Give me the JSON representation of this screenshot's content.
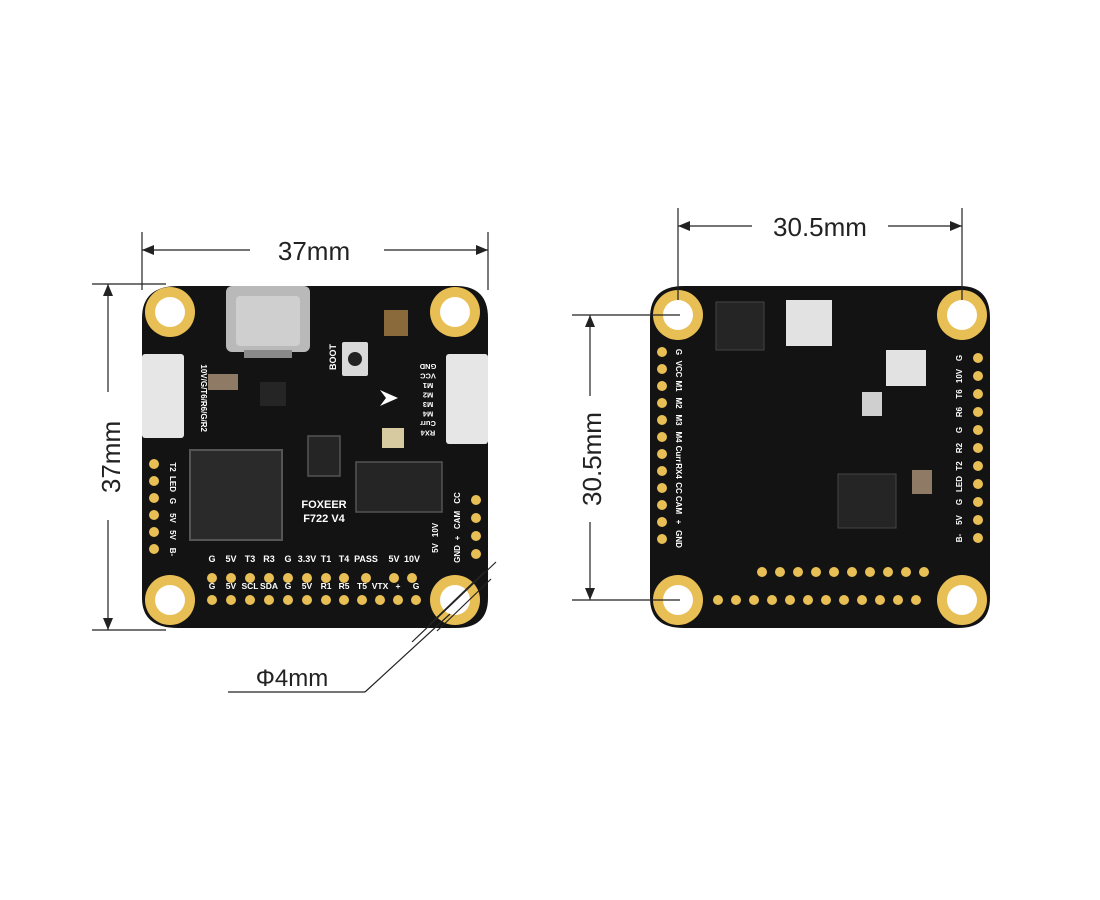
{
  "dimensions": {
    "front_width": "37mm",
    "front_height": "37mm",
    "back_width": "30.5mm",
    "back_height": "30.5mm",
    "hole_diameter": "Φ4mm"
  },
  "front_board": {
    "brand": "FOXEER",
    "model": "F722 V4",
    "boot_label": "BOOT",
    "left_side_vertical_label": "10V/G/T6/R6/G/R2",
    "right_labels": [
      "GND",
      "VCC",
      "M1",
      "M2",
      "M3",
      "M4",
      "Curr",
      "RX4"
    ],
    "left_pads": [
      "T2",
      "LED",
      "G",
      "5V",
      "5V",
      "B-"
    ],
    "right_small_labels": [
      "CC",
      "CAM",
      "+",
      "GND",
      "10V",
      "5V"
    ],
    "bottom_row1": [
      "G",
      "5V",
      "T3",
      "R3",
      "G",
      "3.3V",
      "T1",
      "T4",
      "PASS",
      "5V",
      "10V"
    ],
    "bottom_row2": [
      "G",
      "5V",
      "SCL",
      "SDA",
      "G",
      "5V",
      "R1",
      "R5",
      "T5",
      "VTX",
      "+",
      "G"
    ]
  },
  "back_board": {
    "left_labels": [
      "G",
      "VCC",
      "M1",
      "M2",
      "M3",
      "M4",
      "Curr",
      "RX4",
      "CC",
      "CAM",
      "+",
      "GND"
    ],
    "right_labels": [
      "G",
      "10V",
      "T6",
      "R6",
      "G",
      "R2",
      "T2",
      "LED",
      "G",
      "5V",
      "B-"
    ]
  },
  "colors": {
    "board": "#131313",
    "pad": "#e8bf55",
    "connector": "#e6e6e6",
    "usb": "#b9b9b9",
    "silkscreen": "#ffffff",
    "dimension_line": "#222222"
  }
}
